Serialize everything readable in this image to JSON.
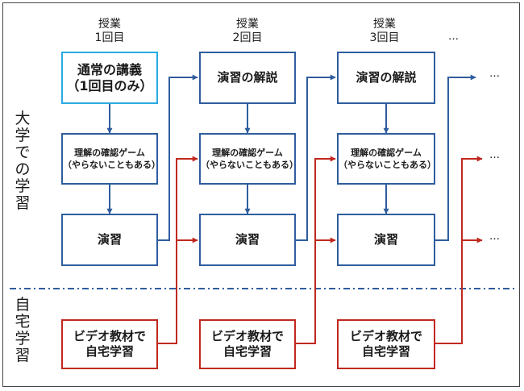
{
  "headers": [
    {
      "line1": "授業",
      "line2": "1回目"
    },
    {
      "line1": "授業",
      "line2": "2回目"
    },
    {
      "line1": "授業",
      "line2": "3回目"
    }
  ],
  "ellipsis": "…",
  "side_labels": {
    "university": [
      "大",
      "学",
      "で",
      "の",
      "学",
      "習"
    ],
    "home": [
      "自",
      "宅",
      "学",
      "習"
    ]
  },
  "boxes": {
    "lecture": {
      "line1": "通常の講義",
      "line2": "（1回目のみ）"
    },
    "explanation": "演習の解説",
    "check": {
      "line1": "理解の確認ゲーム",
      "line2": "（やらないこともある）"
    },
    "exercise": "演習",
    "video": {
      "line1": "ビデオ教材で",
      "line2": "自宅学習"
    }
  },
  "colors": {
    "blue": "#2f5d9e",
    "cyan": "#29abe2",
    "red": "#c0281f",
    "divider": "#2f5d9e"
  }
}
